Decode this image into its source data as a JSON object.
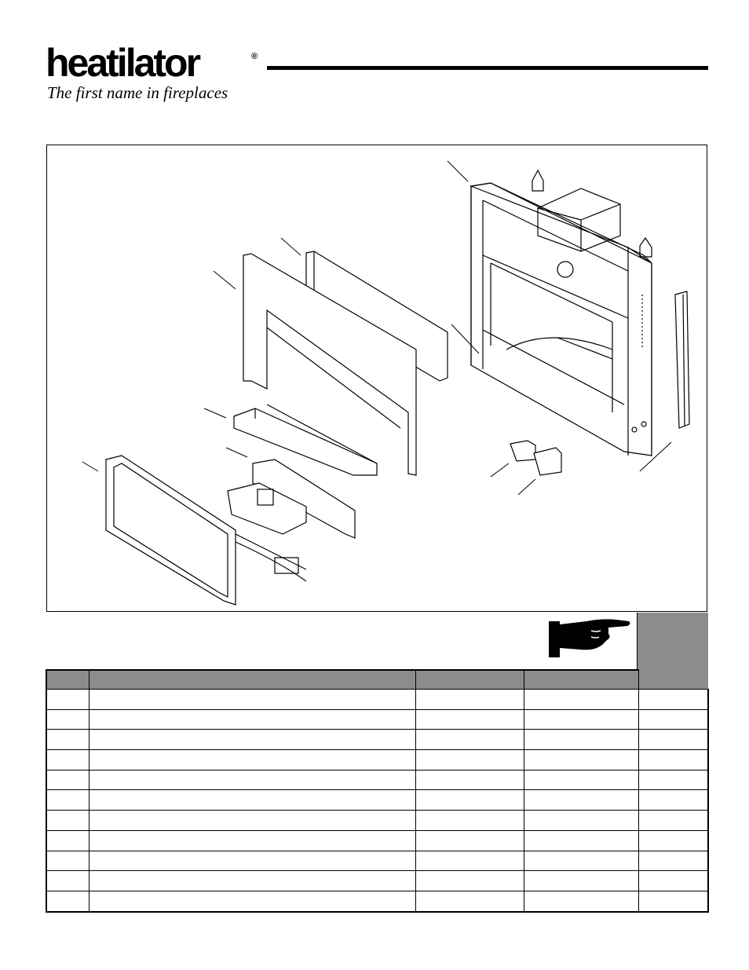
{
  "brand": {
    "name": "heatilator",
    "registered_mark": "®",
    "tagline": "The first name in fireplaces"
  },
  "diagram": {
    "icon": "exploded-fireplace-parts-diagram"
  },
  "note_icon": "pointing-hand-icon",
  "parts_table": {
    "columns": [
      "",
      "",
      "",
      "",
      ""
    ],
    "rows": [
      [
        "",
        "",
        "",
        "",
        ""
      ],
      [
        "",
        "",
        "",
        "",
        ""
      ],
      [
        "",
        "",
        "",
        "",
        ""
      ],
      [
        "",
        "",
        "",
        "",
        ""
      ],
      [
        "",
        "",
        "",
        "",
        ""
      ],
      [
        "",
        "",
        "",
        "",
        ""
      ],
      [
        "",
        "",
        "",
        "",
        ""
      ],
      [
        "",
        "",
        "",
        "",
        ""
      ],
      [
        "",
        "",
        "",
        "",
        ""
      ],
      [
        "",
        "",
        "",
        "",
        ""
      ],
      [
        "",
        "",
        "",
        "",
        ""
      ]
    ]
  },
  "colors": {
    "header_fill": "#8c8c8c",
    "ink": "#000000"
  }
}
